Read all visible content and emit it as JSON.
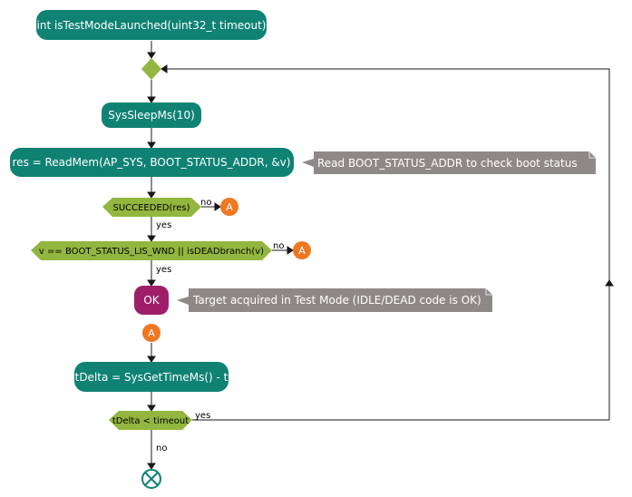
{
  "colors": {
    "action": "#0f8274",
    "decision": "#92b63f",
    "note": "#8e8988",
    "ok": "#9e1e6a",
    "connector": "#ee7722",
    "edge": "#181818"
  },
  "nodes": {
    "start": "int isTestModeLaunched(uint32_t timeout)",
    "sleep": "SysSleepMs(10)",
    "readmem": "res = ReadMem(AP_SYS, BOOT_STATUS_ADDR, &v)",
    "readmem_note": "Read BOOT_STATUS_ADDR to check boot status",
    "succeeded": "SUCCEEDED(res)",
    "bootstatus": "v == BOOT_STATUS_LIS_WND || isDEADbranch(v)",
    "ok": "OK",
    "ok_note": "Target acquired in Test Mode (IDLE/DEAD code is OK)",
    "tdelta": "tDelta = SysGetTimeMs() - t",
    "timeout_check": "tDelta < timeout"
  },
  "connector_label": "A",
  "edge_labels": {
    "succeeded_no": "no",
    "succeeded_yes": "yes",
    "bootstatus_no": "no",
    "bootstatus_yes": "yes",
    "timeout_yes": "yes",
    "timeout_no": "no"
  },
  "icons": {
    "end": "end-circle-x-icon"
  }
}
